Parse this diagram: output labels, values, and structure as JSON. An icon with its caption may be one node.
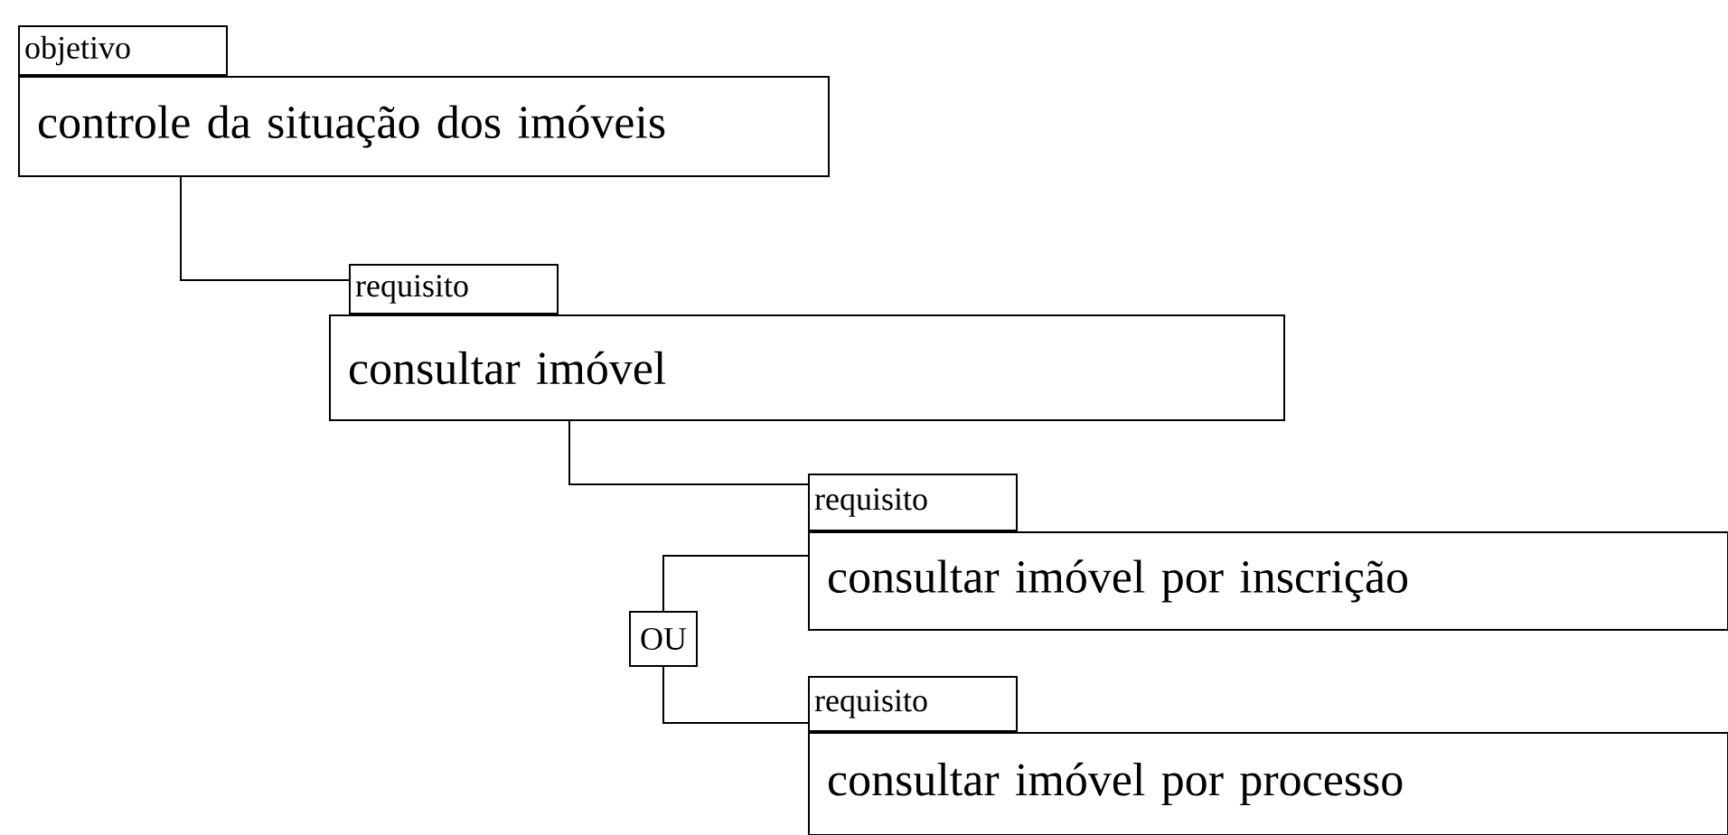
{
  "diagram": {
    "nodes": [
      {
        "text": [
          "objetivo",
          "controle da situação dos imóveis"
        ]
      },
      {
        "text": [
          "requisito",
          "consultar imóvel"
        ]
      },
      {
        "text": [
          "OU"
        ]
      },
      {
        "text": [
          "requisito",
          "consultar imóvel por inscrição"
        ]
      },
      {
        "text": [
          "requisito",
          "consultar imóvel por processo"
        ]
      }
    ],
    "edges": [
      {
        "from": 0,
        "to": 1,
        "arrow": "none"
      },
      {
        "from": 1,
        "to": 3,
        "arrow": "none"
      },
      {
        "from": 2,
        "to": 3,
        "arrow": "none"
      },
      {
        "from": 2,
        "to": 4,
        "arrow": "none"
      }
    ]
  }
}
